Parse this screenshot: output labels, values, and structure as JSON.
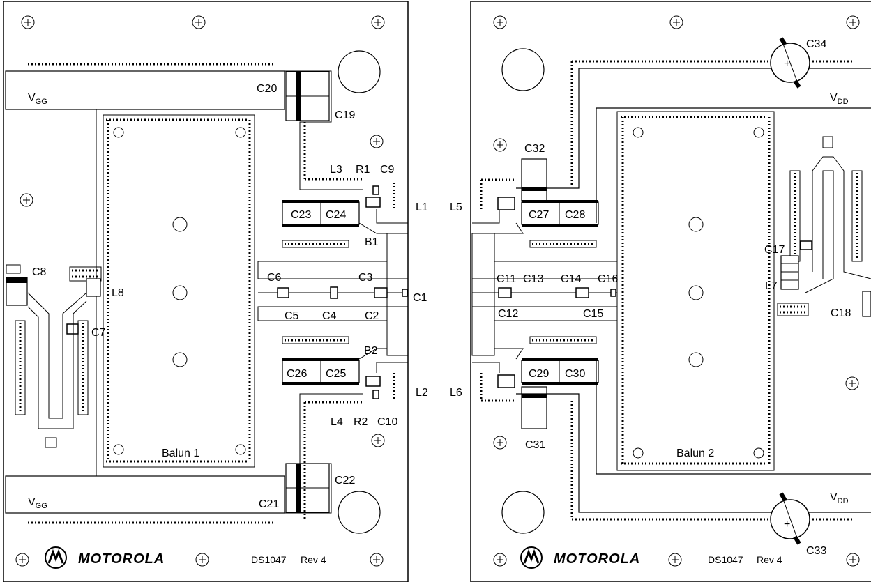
{
  "boards": [
    {
      "gate_supply_top": "V",
      "gate_supply_top_sub": "GG",
      "gate_supply_bottom": "V",
      "gate_supply_bottom_sub": "GG",
      "balun": "Balun 1",
      "brand": "MOTOROLA",
      "doc_code": "DS1047",
      "revision": "Rev 4"
    },
    {
      "drain_supply_top": "V",
      "drain_supply_top_sub": "DD",
      "drain_supply_bottom": "V",
      "drain_supply_bottom_sub": "DD",
      "balun": "Balun 2",
      "brand": "MOTOROLA",
      "doc_code": "DS1047",
      "revision": "Rev 4"
    }
  ],
  "labels": {
    "C1": "C1",
    "C2": "C2",
    "C3": "C3",
    "C4": "C4",
    "C5": "C5",
    "C6": "C6",
    "C7": "C7",
    "C8": "C8",
    "C9": "C9",
    "C10": "C10",
    "C11": "C11",
    "C12": "C12",
    "C13": "C13",
    "C14": "C14",
    "C15": "C15",
    "C16": "C16",
    "C17": "C17",
    "C18": "C18",
    "C19": "C19",
    "C20": "C20",
    "C21": "C21",
    "C22": "C22",
    "C23": "C23",
    "C24": "C24",
    "C25": "C25",
    "C26": "C26",
    "C27": "C27",
    "C28": "C28",
    "C29": "C29",
    "C30": "C30",
    "C31": "C31",
    "C32": "C32",
    "C33": "C33",
    "C34": "C34",
    "L1": "L1",
    "L2": "L2",
    "L3": "L3",
    "L4": "L4",
    "L5": "L5",
    "L6": "L6",
    "L7": "L7",
    "L8": "L8",
    "R1": "R1",
    "R2": "R2",
    "B1": "B1",
    "B2": "B2"
  },
  "colors": {
    "ink": "#000000",
    "paper": "#ffffff"
  }
}
